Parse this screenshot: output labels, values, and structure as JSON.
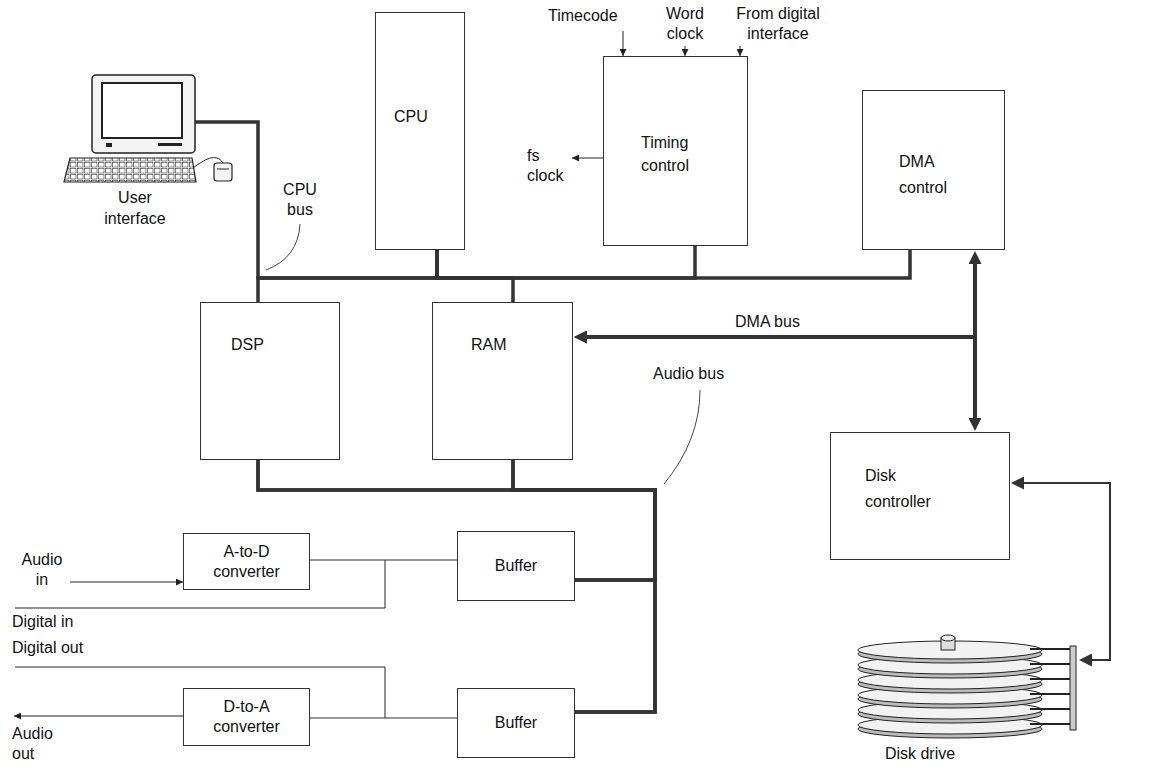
{
  "diagram": {
    "nodes": [
      {
        "text": [
          "User interface"
        ]
      },
      {
        "text": [
          "CPU"
        ]
      },
      {
        "text": [
          "Timing control"
        ]
      },
      {
        "text": [
          "DMA control"
        ]
      },
      {
        "text": [
          "DSP"
        ]
      },
      {
        "text": [
          "RAM"
        ]
      },
      {
        "text": [
          "Disk controller"
        ]
      },
      {
        "text": [
          "A-to-D converter"
        ]
      },
      {
        "text": [
          "Buffer"
        ]
      },
      {
        "text": [
          "D-to-A converter"
        ]
      },
      {
        "text": [
          "Buffer"
        ]
      },
      {
        "text": [
          "Disk drive"
        ]
      }
    ],
    "edges": [
      {
        "from": 1,
        "to": 0,
        "arrow": "none"
      },
      {
        "from": 1,
        "to": 4,
        "arrow": "none"
      },
      {
        "from": 1,
        "to": 5,
        "arrow": "none"
      },
      {
        "from": 1,
        "to": 2,
        "arrow": "none"
      },
      {
        "from": 1,
        "to": 3,
        "arrow": "none"
      },
      {
        "from": 5,
        "to": 3,
        "arrow": "both"
      },
      {
        "from": 5,
        "to": 6,
        "arrow": "both"
      },
      {
        "from": 6,
        "to": 11,
        "arrow": "both"
      },
      {
        "from": 4,
        "to": 8,
        "arrow": "none"
      },
      {
        "from": 4,
        "to": 10,
        "arrow": "none"
      },
      {
        "from": 5,
        "to": 8,
        "arrow": "none"
      },
      {
        "from": 5,
        "to": 10,
        "arrow": "none"
      },
      {
        "from": 7,
        "to": 8,
        "arrow": "none"
      },
      {
        "from": 10,
        "to": 9,
        "arrow": "none"
      }
    ],
    "labels": [
      "CPU bus",
      "DMA bus",
      "Audio bus",
      "Timecode",
      "Word clock",
      "From digital interface",
      "fs clock",
      "Audio in",
      "Digital in",
      "Digital out",
      "Audio out"
    ]
  }
}
